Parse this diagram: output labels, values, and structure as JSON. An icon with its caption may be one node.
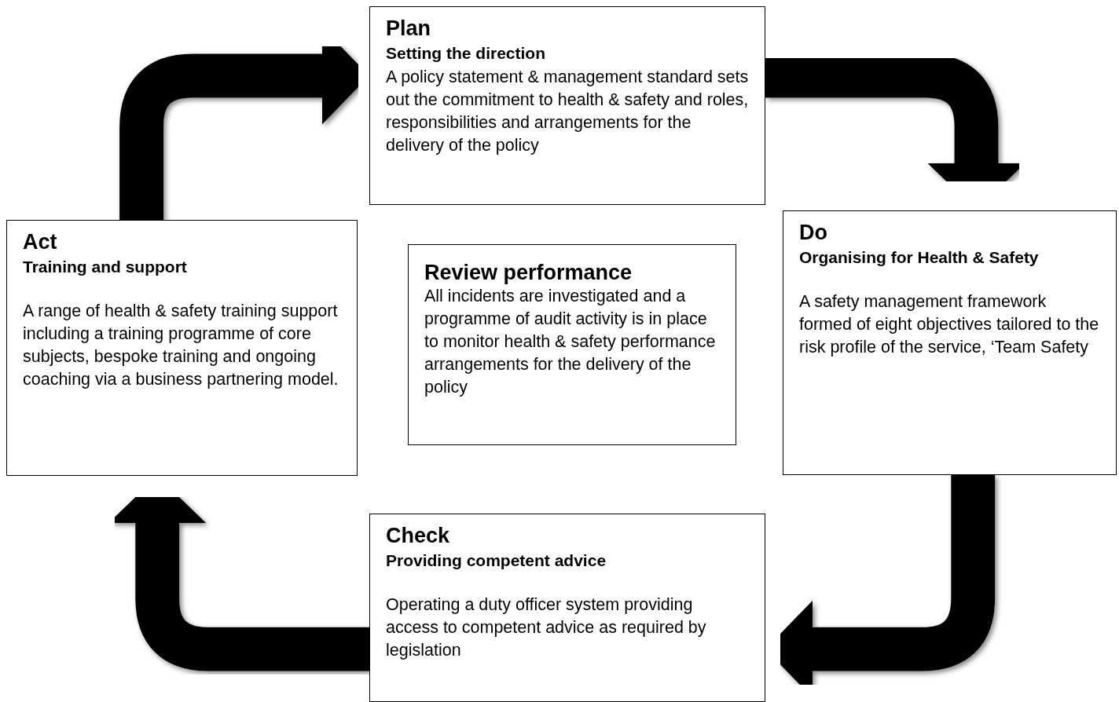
{
  "diagram": {
    "nodes": [
      {
        "text": [
          "Plan",
          "Setting the direction",
          "A policy statement & management standard sets out the commitment to health & safety and roles, responsibilities and arrangements for the delivery of the policy"
        ]
      },
      {
        "text": [
          "Do",
          "Organising for Health & Safety",
          "A safety management framework formed of eight objectives tailored to the risk profile of the service, ‘Team Safety"
        ]
      },
      {
        "text": [
          "Check",
          "Providing competent advice",
          "Operating a duty officer system providing access to competent advice as required by legislation"
        ]
      },
      {
        "text": [
          "Act",
          "Training and support",
          "A range of health & safety training support including a training programme of core subjects, bespoke training and ongoing coaching via a business partnering model."
        ]
      },
      {
        "text": [
          "Review performance",
          "All incidents are investigated and a programme of audit activity is in place to monitor health & safety performance arrangements for the delivery of the policy"
        ]
      }
    ],
    "edges": [
      {
        "from": 0,
        "to": 1,
        "arrow": "to"
      },
      {
        "from": 1,
        "to": 2,
        "arrow": "to"
      },
      {
        "from": 2,
        "to": 3,
        "arrow": "to"
      },
      {
        "from": 3,
        "to": 0,
        "arrow": "to"
      }
    ]
  }
}
